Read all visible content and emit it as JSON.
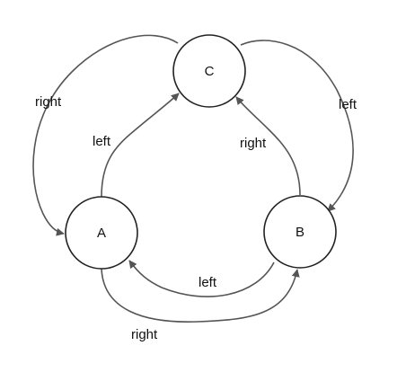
{
  "diagram": {
    "nodes": {
      "a": "A",
      "b": "B",
      "c": "C"
    },
    "edges": {
      "c_to_a": "right",
      "a_to_c": "left",
      "c_to_b": "left",
      "b_to_c": "right",
      "b_to_a": "left",
      "a_to_b": "right"
    }
  },
  "colors": {
    "edge": "#555555",
    "node_border": "#222222",
    "background": "#ffffff"
  }
}
